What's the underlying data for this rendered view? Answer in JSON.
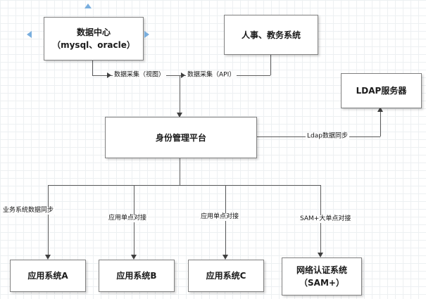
{
  "diagram": {
    "nodes": {
      "datacenter": {
        "line1": "数据中心",
        "line2": "（mysql、oracle）"
      },
      "hr_system": {
        "label": "人事、教务系统"
      },
      "ldap_server": {
        "label": "LDAP服务器"
      },
      "identity_platform": {
        "label": "身份管理平台"
      },
      "app_a": {
        "label": "应用系统A"
      },
      "app_b": {
        "label": "应用系统B"
      },
      "app_c": {
        "label": "应用系统C"
      },
      "network_auth": {
        "line1": "网络认证系统",
        "line2": "（SAM+）"
      }
    },
    "edge_labels": {
      "collect_view": "数据采集（视图）",
      "collect_api": "数据采集（API）",
      "ldap_sync": "Ldap数据同步",
      "biz_data_sync": "业务系统数据同步",
      "sso_b": "应用单点对接",
      "sso_c": "应用单点对接",
      "sam_sso": "SAM+大单点对接"
    },
    "colors": {
      "line": "#5b5b5b",
      "handle_blue": "#79aede",
      "grid": "#dfe5e9"
    }
  }
}
